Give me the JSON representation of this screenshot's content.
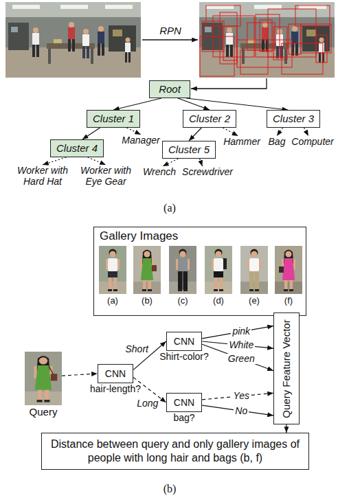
{
  "diagram": {
    "nodes": [
      {
        "text": [
          "Root"
        ]
      },
      {
        "text": [
          "Cluster 1"
        ]
      },
      {
        "text": [
          "Cluster 2"
        ]
      },
      {
        "text": [
          "Cluster 3"
        ]
      },
      {
        "text": [
          "Cluster 4"
        ]
      },
      {
        "text": [
          "Manager"
        ]
      },
      {
        "text": [
          "Cluster 5"
        ]
      },
      {
        "text": [
          "Hammer"
        ]
      },
      {
        "text": [
          "Bag"
        ]
      },
      {
        "text": [
          "Computer"
        ]
      },
      {
        "text": [
          "Worker with Hard Hat"
        ]
      },
      {
        "text": [
          "Worker with Eye Gear"
        ]
      },
      {
        "text": [
          "Wrench"
        ]
      },
      {
        "text": [
          "Screwdriver"
        ]
      },
      {
        "text": [
          "Gallery Images"
        ]
      },
      {
        "text": [
          "(a)"
        ],
        "in": 14
      },
      {
        "text": [
          "(b)"
        ],
        "in": 14
      },
      {
        "text": [
          "(c)"
        ],
        "in": 14
      },
      {
        "text": [
          "(d)"
        ],
        "in": 14
      },
      {
        "text": [
          "(e)"
        ],
        "in": 14
      },
      {
        "text": [
          "(f)"
        ],
        "in": 14
      },
      {
        "text": [
          "Query"
        ]
      },
      {
        "text": [
          "CNN",
          "hair-length?"
        ]
      },
      {
        "text": [
          "CNN",
          "Shirt-color?"
        ]
      },
      {
        "text": [
          "CNN",
          "bag?"
        ]
      },
      {
        "text": [
          "Query Feature Vector"
        ]
      },
      {
        "text": [
          "Distance between query and only gallery images of people with long hair and bags (b, f)"
        ]
      }
    ],
    "edges": [
      {
        "from": 0,
        "to": 1,
        "arrow": "to"
      },
      {
        "from": 0,
        "to": 2,
        "arrow": "to"
      },
      {
        "from": 0,
        "to": 3,
        "arrow": "to"
      },
      {
        "from": 1,
        "to": 4,
        "arrow": "to"
      },
      {
        "from": 1,
        "to": 5,
        "arrow": "to"
      },
      {
        "from": 2,
        "to": 6,
        "arrow": "to"
      },
      {
        "from": 2,
        "to": 7,
        "arrow": "to"
      },
      {
        "from": 3,
        "to": 8,
        "arrow": "to"
      },
      {
        "from": 3,
        "to": 9,
        "arrow": "to"
      },
      {
        "from": 4,
        "to": 10,
        "arrow": "to"
      },
      {
        "from": 4,
        "to": 11,
        "arrow": "to"
      },
      {
        "from": 6,
        "to": 12,
        "arrow": "to"
      },
      {
        "from": 6,
        "to": 13,
        "arrow": "to"
      },
      {
        "from": 21,
        "to": 22,
        "arrow": "to"
      },
      {
        "from": 22,
        "to": 23,
        "label": "Short",
        "arrow": "to"
      },
      {
        "from": 22,
        "to": 24,
        "label": "Long",
        "arrow": "to"
      },
      {
        "from": 23,
        "to": 25,
        "label": "pink",
        "arrow": "to"
      },
      {
        "from": 23,
        "to": 25,
        "label": "White",
        "arrow": "to"
      },
      {
        "from": 23,
        "to": 25,
        "label": "Green",
        "arrow": "to"
      },
      {
        "from": 24,
        "to": 25,
        "label": "Yes",
        "arrow": "to"
      },
      {
        "from": 24,
        "to": 25,
        "label": "No",
        "arrow": "to"
      },
      {
        "from": 25,
        "to": 26,
        "arrow": "to"
      }
    ],
    "labels": [
      "RPN",
      "(a)",
      "(b)"
    ]
  }
}
